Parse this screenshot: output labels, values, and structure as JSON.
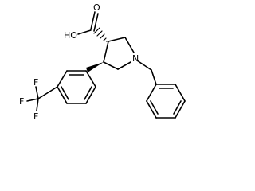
{
  "molecule": {
    "atom_labels": {
      "carboxyl_oh": "HO",
      "carboxyl_o": "O",
      "ring_n": "N",
      "f_top": "F",
      "f_left": "F",
      "f_bottom": "F"
    }
  }
}
